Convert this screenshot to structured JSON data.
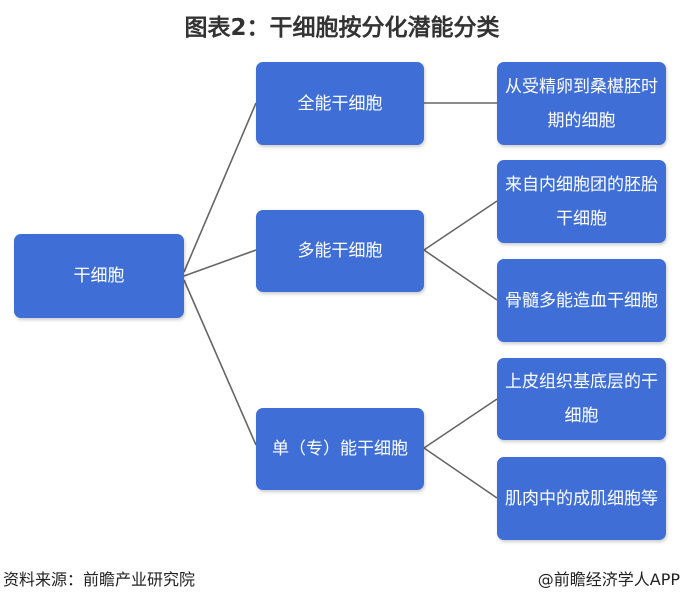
{
  "title": "图表2：干细胞按分化潜能分类",
  "root": "干细胞",
  "mid": [
    "全能干细胞",
    "多能干细胞",
    "单（专）能干细胞"
  ],
  "leaves": [
    "从受精卵到桑椹胚时期的细胞",
    "来自内细胞团的胚胎干细胞",
    "骨髓多能造血干细胞",
    "上皮组织基底层的干细胞",
    "肌肉中的成肌细胞等"
  ],
  "source": "资料来源：前瞻产业研究院",
  "credit": "@前瞻经济学人APP",
  "colors": {
    "box": "#3f6fd6",
    "line": "#666666"
  }
}
